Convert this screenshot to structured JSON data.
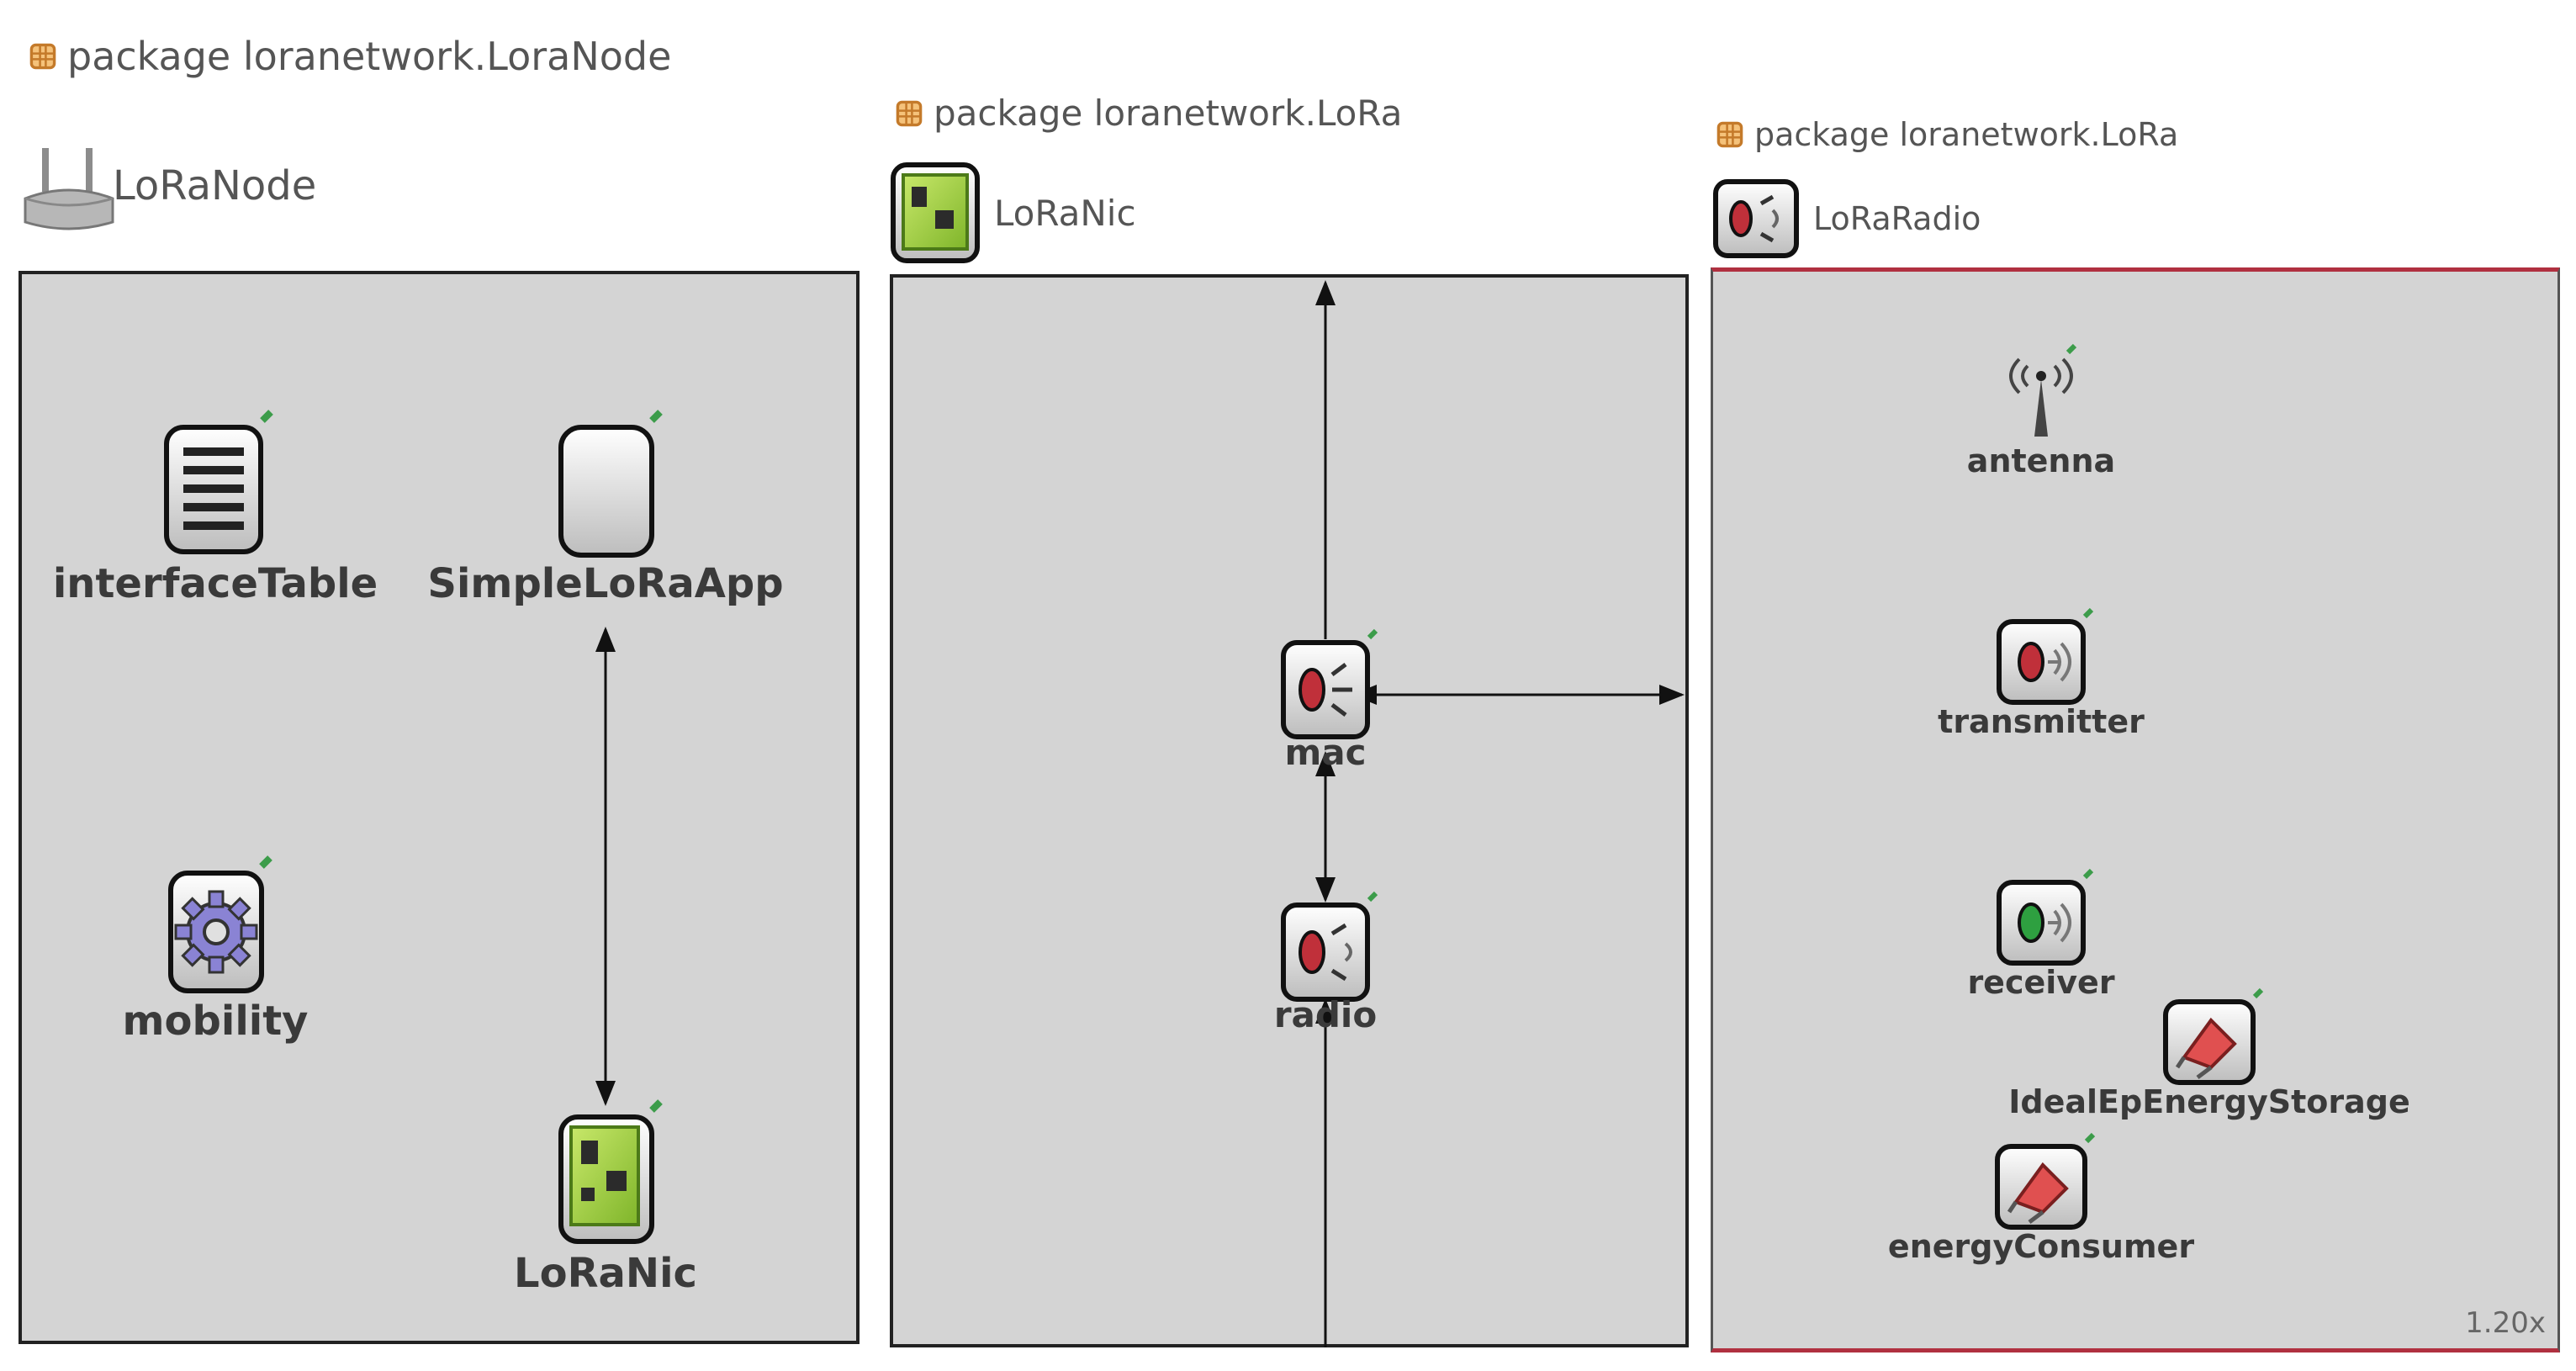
{
  "panels": [
    {
      "package_label": "package loranetwork.LoraNode",
      "module_name": "LoRaNode",
      "module_icon": "router-icon",
      "submodules": [
        {
          "name": "interfaceTable",
          "icon": "table-icon"
        },
        {
          "name": "SimpleLoRaApp",
          "icon": "app-block-icon"
        },
        {
          "name": "mobility",
          "icon": "gear-icon"
        },
        {
          "name": "LoRaNic",
          "icon": "nic-card-icon"
        }
      ]
    },
    {
      "package_label": "package loranetwork.LoRa",
      "module_name": "LoRaNic",
      "module_icon": "nic-card-icon",
      "submodules": [
        {
          "name": "mac",
          "icon": "mac-layer-icon"
        },
        {
          "name": "radio",
          "icon": "radio-icon"
        }
      ]
    },
    {
      "package_label": "package loranetwork.LoRa",
      "module_name": "LoRaRadio",
      "module_icon": "radio-icon",
      "zoom": "1.20x",
      "submodules": [
        {
          "name": "antenna",
          "icon": "antenna-icon"
        },
        {
          "name": "transmitter",
          "icon": "transmitter-icon"
        },
        {
          "name": "receiver",
          "icon": "receiver-icon"
        },
        {
          "name": "IdealEpEnergyStorage",
          "icon": "energy-storage-icon"
        },
        {
          "name": "energyConsumer",
          "icon": "energy-consumer-icon"
        }
      ]
    }
  ],
  "colors": {
    "canvas": "#d4d4d4",
    "border": "#222222",
    "selection_border": "#b03040",
    "label_text": "#3a3a3a",
    "header_text": "#555555",
    "package_icon": "#d08a3a",
    "nic_green": "#9ccc3a",
    "transmitter_red": "#c0303a",
    "receiver_green": "#2ea040",
    "energy_red": "#e05050"
  }
}
